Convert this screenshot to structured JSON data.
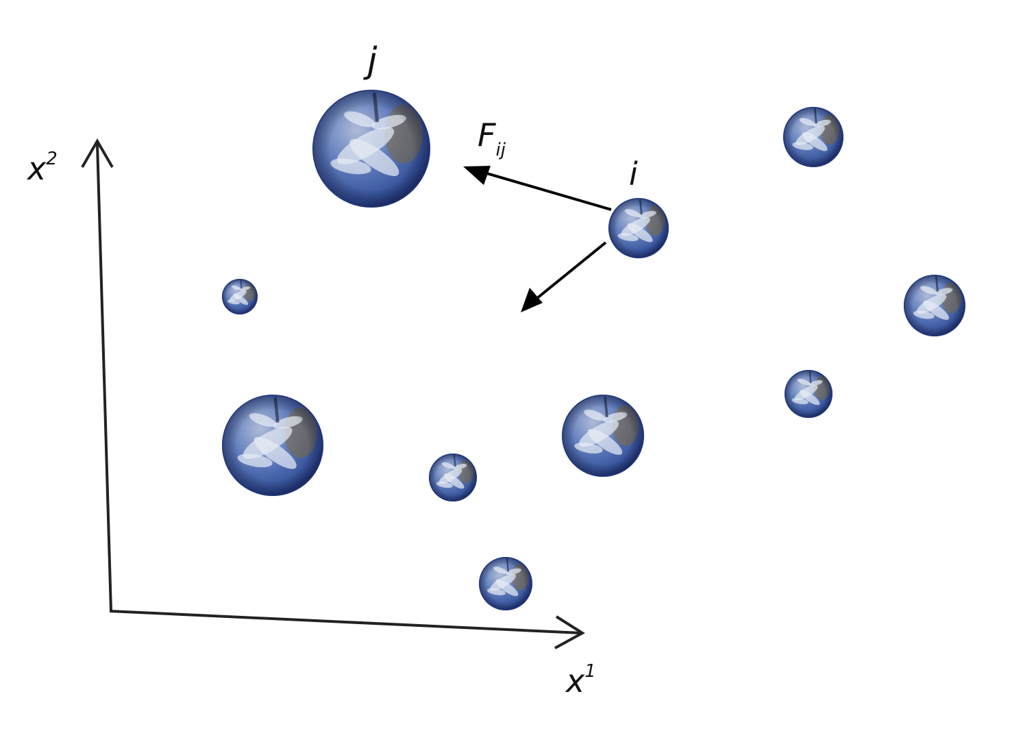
{
  "labels": {
    "x_axis": "x",
    "x_axis_sup": "1",
    "y_axis": "x",
    "y_axis_sup": "2",
    "body_j": "j",
    "body_i": "i",
    "force_symbol": "F",
    "force_subscript": "ij"
  },
  "bodies": [
    {
      "id": "j",
      "icon": "earth-globe-icon"
    },
    {
      "id": "i",
      "icon": "earth-globe-icon"
    },
    {
      "id": "upper-right",
      "icon": "earth-globe-icon"
    },
    {
      "id": "small-left",
      "icon": "earth-globe-icon"
    },
    {
      "id": "right",
      "icon": "earth-globe-icon"
    },
    {
      "id": "mid-right",
      "icon": "earth-globe-icon"
    },
    {
      "id": "large-lower-left",
      "icon": "earth-globe-icon"
    },
    {
      "id": "large-center",
      "icon": "earth-globe-icon"
    },
    {
      "id": "small-center",
      "icon": "earth-globe-icon"
    },
    {
      "id": "bottom",
      "icon": "earth-globe-icon"
    }
  ],
  "colors": {
    "ocean": "#3c5ea8",
    "ocean_dark": "#22367a",
    "cloud": "#e6ecf4",
    "land": "#7d6a3c",
    "axis": "#222222",
    "arrow": "#000000"
  }
}
